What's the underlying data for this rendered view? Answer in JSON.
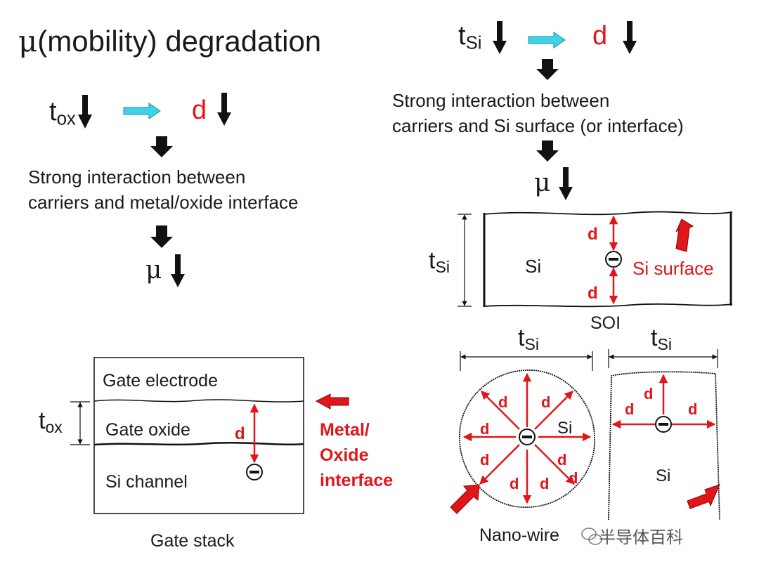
{
  "title": {
    "symbol": "μ",
    "text": "(mobility) degradation"
  },
  "left": {
    "tox_base": "t",
    "tox_sub": "ox",
    "d_label": "d",
    "interaction_line1": "Strong interaction between",
    "interaction_line2": "carriers and metal/oxide interface",
    "mu": "μ"
  },
  "right": {
    "tsi_base": "t",
    "tsi_sub": "Si",
    "d_label": "d",
    "interaction_line1": "Strong interaction between",
    "interaction_line2": "carriers and Si surface (or interface)",
    "mu": "μ"
  },
  "soi": {
    "tsi_base": "t",
    "tsi_sub": "Si",
    "si_label": "Si",
    "d_top": "d",
    "d_bottom": "d",
    "surface_label": "Si surface",
    "caption": "SOI"
  },
  "gate_stack": {
    "electrode": "Gate electrode",
    "oxide": "Gate oxide",
    "channel": "Si channel",
    "tox_base": "t",
    "tox_sub": "ox",
    "d_label": "d",
    "interface_line1": "Metal/",
    "interface_line2": "Oxide",
    "interface_line3": "interface",
    "caption": "Gate stack"
  },
  "nanowire": {
    "tsi_base": "t",
    "tsi_sub": "Si",
    "si_label": "Si",
    "d_labels": [
      "d",
      "d",
      "d",
      "d",
      "d",
      "d",
      "d",
      "d"
    ],
    "caption": "Nano-wire"
  },
  "finfet": {
    "tsi_base": "t",
    "tsi_sub": "Si",
    "si_label": "Si",
    "d_labels": [
      "d",
      "d",
      "d"
    ]
  },
  "watermark": "半导体百科",
  "colors": {
    "red": "#e0161b",
    "cyan": "#3fd3e6",
    "black": "#111111"
  }
}
